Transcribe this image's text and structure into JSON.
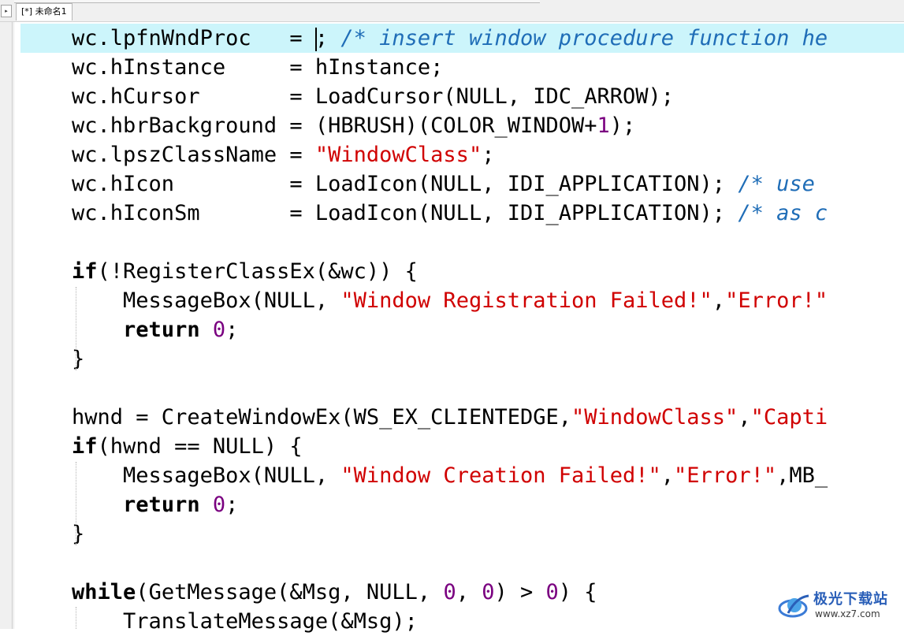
{
  "window": {
    "tab_label": "[*] 未命名1",
    "side_toggle": "▸"
  },
  "editor": {
    "lines": [
      {
        "tokens": [
          {
            "t": "    wc.lpfnWndProc   = "
          },
          {
            "caret": true
          },
          {
            "t": "; "
          },
          {
            "t": "/* insert window procedure function he",
            "c": "cmt"
          }
        ],
        "current": true
      },
      {
        "tokens": [
          {
            "t": "    wc.hInstance     = hInstance;"
          }
        ]
      },
      {
        "tokens": [
          {
            "t": "    wc.hCursor       = LoadCursor(NULL, IDC_ARROW);"
          }
        ]
      },
      {
        "tokens": [
          {
            "t": "    wc.hbrBackground = (HBRUSH)(COLOR_WINDOW+"
          },
          {
            "t": "1",
            "c": "num"
          },
          {
            "t": ");"
          }
        ]
      },
      {
        "tokens": [
          {
            "t": "    wc.lpszClassName = "
          },
          {
            "t": "\"WindowClass\"",
            "c": "str"
          },
          {
            "t": ";"
          }
        ]
      },
      {
        "tokens": [
          {
            "t": "    wc.hIcon         = LoadIcon(NULL, IDI_APPLICATION); "
          },
          {
            "t": "/* use",
            "c": "cmt"
          }
        ]
      },
      {
        "tokens": [
          {
            "t": "    wc.hIconSm       = LoadIcon(NULL, IDI_APPLICATION); "
          },
          {
            "t": "/* as c",
            "c": "cmt"
          }
        ]
      },
      {
        "tokens": [
          {
            "t": ""
          }
        ]
      },
      {
        "tokens": [
          {
            "t": "    "
          },
          {
            "t": "if",
            "c": "kw"
          },
          {
            "t": "(!RegisterClassEx(&wc)) {"
          }
        ]
      },
      {
        "tokens": [
          {
            "t": "        MessageBox(NULL, "
          },
          {
            "t": "\"Window Registration Failed!\"",
            "c": "str"
          },
          {
            "t": ","
          },
          {
            "t": "\"Error!\"",
            "c": "str"
          }
        ]
      },
      {
        "tokens": [
          {
            "t": "        "
          },
          {
            "t": "return",
            "c": "kw"
          },
          {
            "t": " "
          },
          {
            "t": "0",
            "c": "num"
          },
          {
            "t": ";"
          }
        ]
      },
      {
        "tokens": [
          {
            "t": "    }"
          }
        ]
      },
      {
        "tokens": [
          {
            "t": ""
          }
        ]
      },
      {
        "tokens": [
          {
            "t": "    hwnd = CreateWindowEx(WS_EX_CLIENTEDGE,"
          },
          {
            "t": "\"WindowClass\"",
            "c": "str"
          },
          {
            "t": ","
          },
          {
            "t": "\"Capti",
            "c": "str"
          }
        ]
      },
      {
        "tokens": [
          {
            "t": "    "
          },
          {
            "t": "if",
            "c": "kw"
          },
          {
            "t": "(hwnd == NULL) {"
          }
        ]
      },
      {
        "tokens": [
          {
            "t": "        MessageBox(NULL, "
          },
          {
            "t": "\"Window Creation Failed!\"",
            "c": "str"
          },
          {
            "t": ","
          },
          {
            "t": "\"Error!\"",
            "c": "str"
          },
          {
            "t": ",MB_"
          }
        ]
      },
      {
        "tokens": [
          {
            "t": "        "
          },
          {
            "t": "return",
            "c": "kw"
          },
          {
            "t": " "
          },
          {
            "t": "0",
            "c": "num"
          },
          {
            "t": ";"
          }
        ]
      },
      {
        "tokens": [
          {
            "t": "    }"
          }
        ]
      },
      {
        "tokens": [
          {
            "t": ""
          }
        ]
      },
      {
        "tokens": [
          {
            "t": "    "
          },
          {
            "t": "while",
            "c": "kw"
          },
          {
            "t": "(GetMessage(&Msg, NULL, "
          },
          {
            "t": "0",
            "c": "num"
          },
          {
            "t": ", "
          },
          {
            "t": "0",
            "c": "num"
          },
          {
            "t": ") > "
          },
          {
            "t": "0",
            "c": "num"
          },
          {
            "t": ") {"
          }
        ]
      },
      {
        "tokens": [
          {
            "t": "        TranslateMessage(&Msg);"
          }
        ]
      }
    ]
  },
  "watermark": {
    "title": "极光下载站",
    "url": "www.xz7.com"
  },
  "colors": {
    "current_line": "#ccf5fb",
    "string": "#d00000",
    "number": "#7a0080",
    "comment": "#1f6db7"
  }
}
